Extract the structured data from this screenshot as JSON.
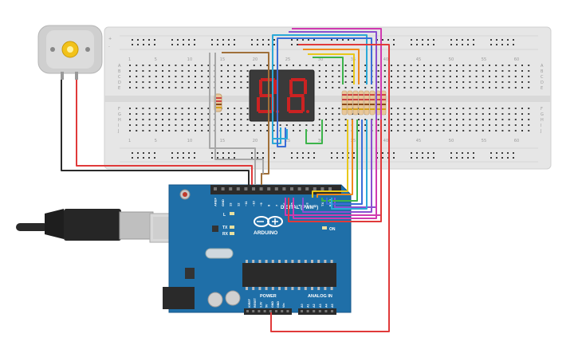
{
  "breadboard": {
    "column_numbers": [
      "1",
      "5",
      "10",
      "15",
      "20",
      "25",
      "30",
      "35",
      "40",
      "45",
      "50",
      "55",
      "60"
    ],
    "row_letters_top": [
      "A",
      "B",
      "C",
      "D",
      "E"
    ],
    "row_letters_bottom": [
      "F",
      "G",
      "H",
      "I",
      "J"
    ],
    "rail_plus": "+",
    "rail_minus": "-"
  },
  "arduino": {
    "logo_text": "ARDUINO",
    "digital_label": "DIGITAL (PWM~)",
    "power_label": "POWER",
    "analog_label": "ANALOG IN",
    "on_label": "ON",
    "led_labels": [
      "L",
      "TX",
      "RX"
    ],
    "header_top_labels": [
      "AREF",
      "GND",
      "13",
      "12",
      "~11",
      "~10",
      "~9",
      "8",
      "7",
      "~6",
      "~5",
      "4",
      "~3",
      "2",
      "TX 1",
      "RX 0"
    ],
    "power_pin_labels": [
      "IOREF",
      "RESET",
      "3.3V",
      "5V",
      "GND",
      "GND",
      "Vin"
    ],
    "analog_pin_labels": [
      "A0",
      "A1",
      "A2",
      "A3",
      "A4",
      "A5"
    ]
  },
  "colors": {
    "board_blue": "#1f6fa8",
    "breadboard": "#e7e7e7",
    "wire_red": "#e03a3a",
    "wire_black": "#2a2a2a",
    "wire_brown": "#a0703a",
    "wire_gray": "#a8a8a8",
    "wire_cyan": "#2ba9d8",
    "wire_purple": "#8a4fd0",
    "wire_magenta": "#d03ab0",
    "wire_orange": "#f08a1a",
    "wire_yellow": "#e8c81a",
    "wire_green": "#3cb44a",
    "wire_blue": "#3a6ed8",
    "segment_red": "#c22"
  }
}
